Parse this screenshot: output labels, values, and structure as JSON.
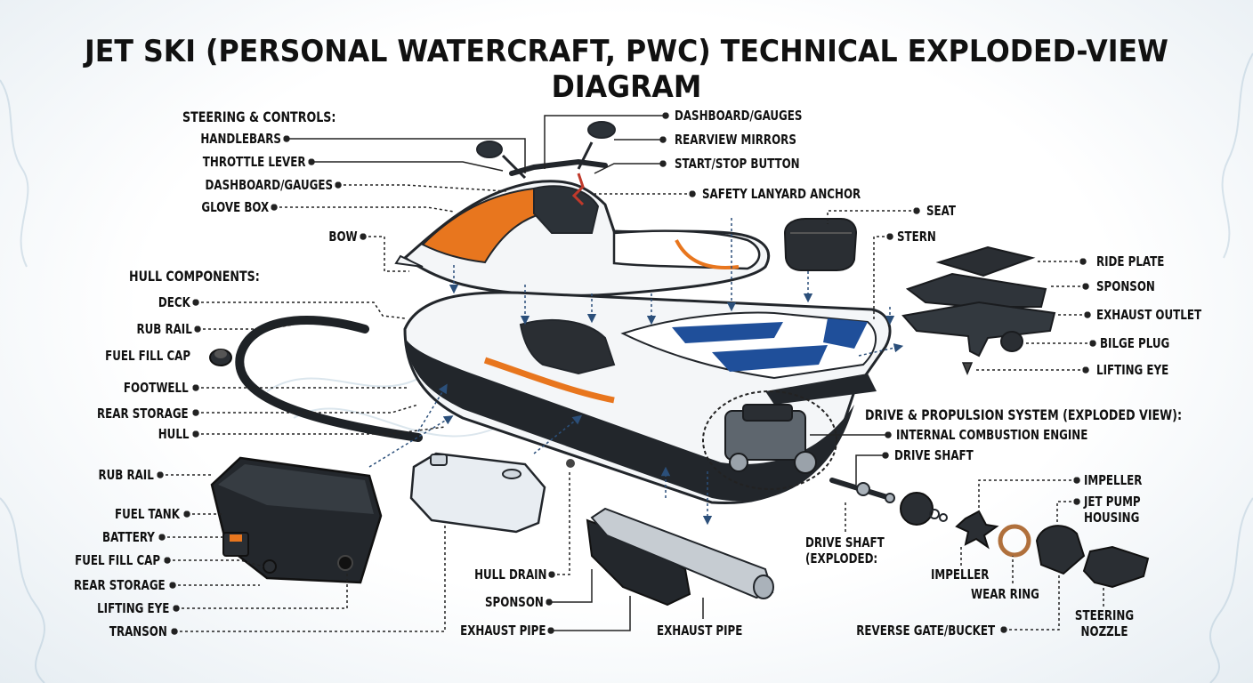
{
  "title": "JET SKI (PERSONAL WATERCRAFT, PWC) TECHNICAL EXPLODED-VIEW DIAGRAM",
  "sections": {
    "steering": "STEERING & CONTROLS:",
    "hull": "HULL COMPONENTS:",
    "drive": "DRIVE & PROPULSION SYSTEM (EXPLODED VIEW):"
  },
  "labels": {
    "handlebars": "HANDLEBARS",
    "throttle_lever": "THROTTLE LEVER",
    "dashboard_gauges_left": "DASHBOARD/GAUGES",
    "glove_box": "GLOVE BOX",
    "bow": "BOW",
    "deck": "DECK",
    "rub_rail_1": "RUB RAIL",
    "fuel_fill_cap_1": "FUEL FILL CAP",
    "footwell": "FOOTWELL",
    "rear_storage_1": "REAR STORAGE",
    "hull": "HULL",
    "rub_rail_2": "RUB RAIL",
    "fuel_tank": "FUEL TANK",
    "battery": "BATTERY",
    "fuel_fill_cap_2": "FUEL FILL CAP",
    "rear_storage_2": "REAR STORAGE",
    "lifting_eye_1": "LIFTING EYE",
    "transon": "TRANSON",
    "dashboard_gauges_top": "DASHBOARD/GAUGES",
    "rearview_mirrors": "REARVIEW MIRRORS",
    "start_stop_button": "START/STOP BUTTON",
    "safety_lanyard_anchor": "SAFETY LANYARD ANCHOR",
    "seat": "SEAT",
    "stern": "STERN",
    "ride_plate": "RIDE PLATE",
    "sponson_1": "SPONSON",
    "exhaust_outlet": "EXHAUST OUTLET",
    "bilge_plug": "BILGE PLUG",
    "lifting_eye_2": "LIFTING EYE",
    "internal_combustion_engine": "INTERNAL COMBUSTION ENGINE",
    "drive_shaft": "DRIVE SHAFT",
    "impeller_top": "IMPELLER",
    "jet_pump_housing": "JET PUMP\nHOUSING",
    "drive_shaft_exploded": "DRIVE SHAFT\n(EXPLODED:",
    "impeller_bottom": "IMPELLER",
    "wear_ring": "WEAR RING",
    "steering_nozzle": "STEERING\nNOZZLE",
    "reverse_gate_bucket": "REVERSE GATE/BUCKET",
    "hull_drain": "HULL DRAIN",
    "sponson_2": "SPONSON",
    "exhaust_pipe_1": "EXHAUST PIPE",
    "exhaust_pipe_2": "EXHAUST PIPE"
  },
  "colors": {
    "accent_orange": "#e8761e",
    "accent_blue": "#1f4f9a",
    "hull_dark": "#22262b",
    "hull_white": "#f4f6f8",
    "leader_line": "#222222"
  }
}
